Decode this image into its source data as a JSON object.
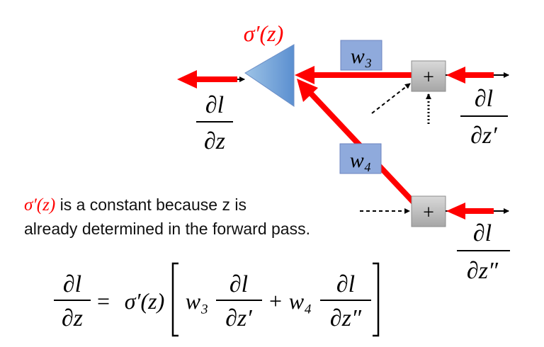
{
  "neuron": {
    "activation_label": "σ′(z)",
    "w3_label": "w₃",
    "w4_label": "w₄",
    "plus_symbol": "+"
  },
  "gradients": {
    "dl_dz": {
      "num": "∂l",
      "den": "∂z"
    },
    "dl_dz_prime": {
      "num": "∂l",
      "den": "∂z′"
    },
    "dl_dz_dprime": {
      "num": "∂l",
      "den": "∂z″"
    }
  },
  "note": {
    "sigma": "σ′(z)",
    "line1_rest": " is a constant because z is",
    "line2": "already determined in the forward pass."
  },
  "equation": {
    "lhs_num": "∂l",
    "lhs_den": "∂z",
    "equals": "=",
    "sigma": "σ′(z)",
    "w3": "w₃",
    "w4": "w₄",
    "plus": "+",
    "t1_num": "∂l",
    "t1_den": "∂z′",
    "t2_num": "∂l",
    "t2_den": "∂z″"
  },
  "colors": {
    "red": "#ff0000",
    "triangle": "#5b9bd5",
    "weight_box": "#8faadc",
    "plus_box": "#bfbfbf"
  }
}
